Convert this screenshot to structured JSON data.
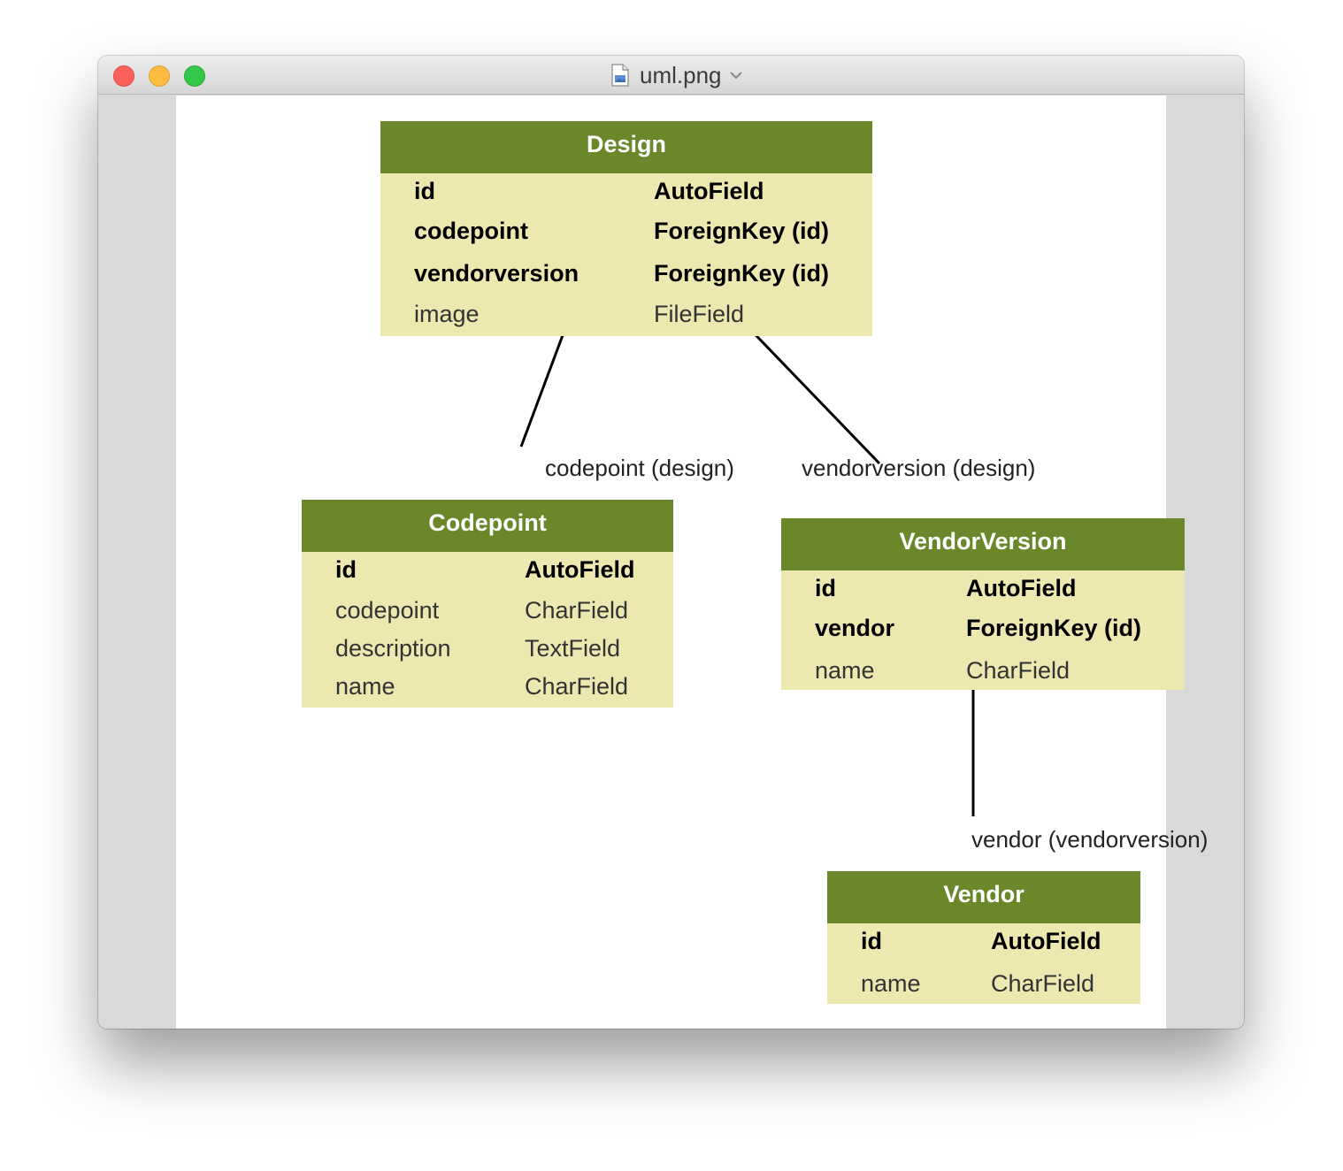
{
  "window": {
    "title": "uml.png"
  },
  "models": {
    "design": {
      "name": "Design",
      "fields": [
        {
          "name": "id",
          "type": "AutoField"
        },
        {
          "name": "codepoint",
          "type": "ForeignKey (id)"
        },
        {
          "name": "vendorversion",
          "type": "ForeignKey (id)"
        },
        {
          "name": "image",
          "type": "FileField"
        }
      ]
    },
    "codepoint": {
      "name": "Codepoint",
      "fields": [
        {
          "name": "id",
          "type": "AutoField"
        },
        {
          "name": "codepoint",
          "type": "CharField"
        },
        {
          "name": "description",
          "type": "TextField"
        },
        {
          "name": "name",
          "type": "CharField"
        }
      ]
    },
    "vendorversion": {
      "name": "VendorVersion",
      "fields": [
        {
          "name": "id",
          "type": "AutoField"
        },
        {
          "name": "vendor",
          "type": "ForeignKey (id)"
        },
        {
          "name": "name",
          "type": "CharField"
        }
      ]
    },
    "vendor": {
      "name": "Vendor",
      "fields": [
        {
          "name": "id",
          "type": "AutoField"
        },
        {
          "name": "name",
          "type": "CharField"
        }
      ]
    }
  },
  "relations": {
    "codepoint_design": "codepoint (design)",
    "vendorversion_design": "vendorversion (design)",
    "vendor_vendorversion": "vendor (vendorversion)"
  },
  "colors": {
    "header": "#6a872a",
    "body": "#ede7b0",
    "close": "#fc605c",
    "minimize": "#fdbc40",
    "maximize": "#34c84a"
  }
}
